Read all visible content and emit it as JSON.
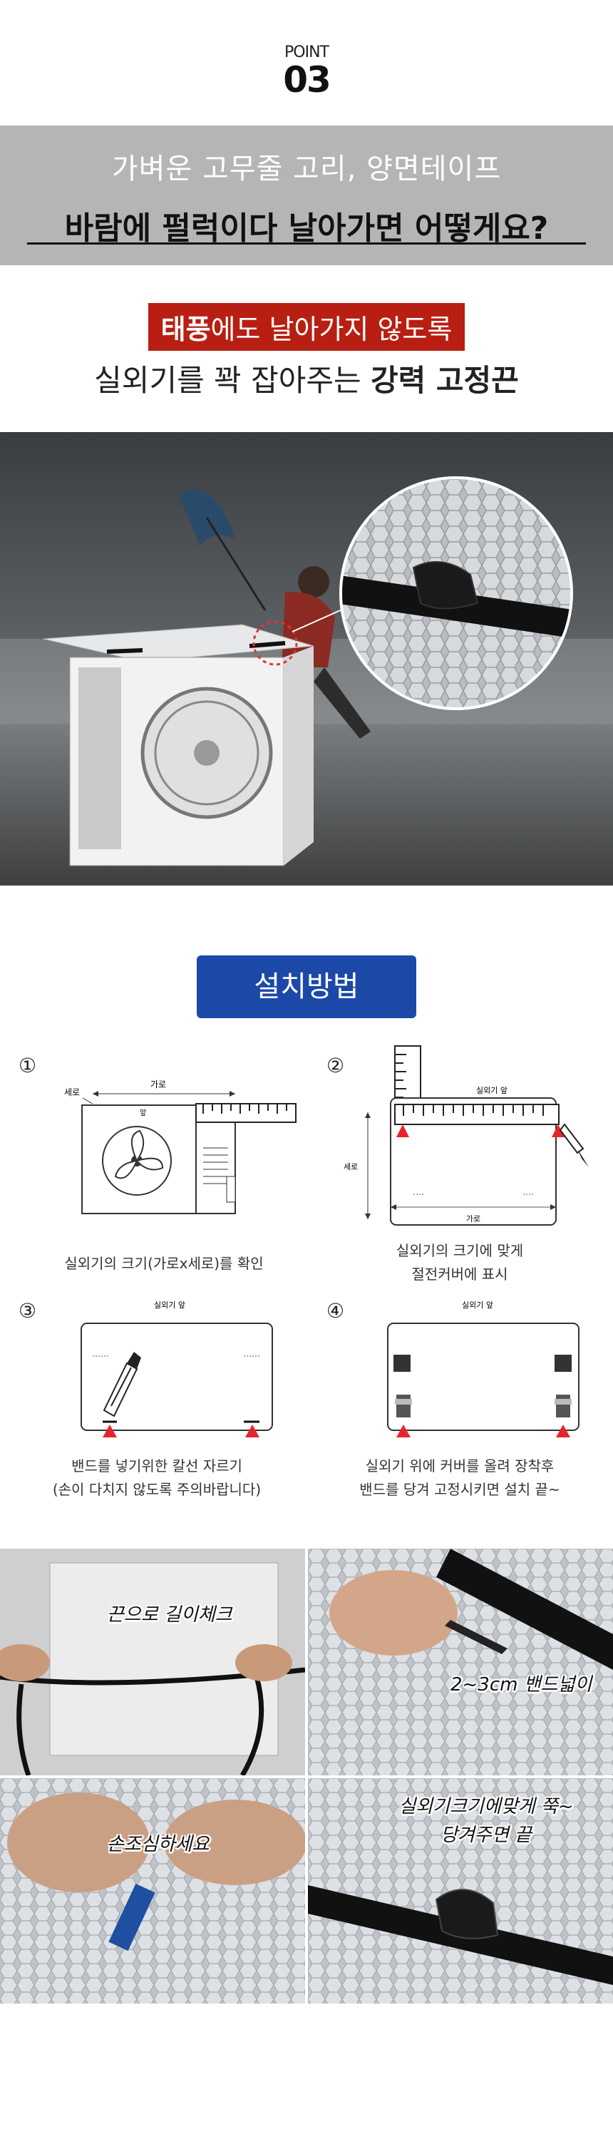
{
  "point": {
    "label": "POINT",
    "number": "03"
  },
  "headline": {
    "line1": "가벼운 고무줄 고리, 양면테이프",
    "line2": "바람에 펄럭이다 날아가면 어떻게요?"
  },
  "tag": {
    "bold_part": "태풍",
    "rest": "에도 날아가지 않도록"
  },
  "subtitle": {
    "normal_part": "실외기를 꽉 잡아주는 ",
    "bold_part": "강력 고정끈"
  },
  "install_badge": "설치방법",
  "steps": [
    {
      "num": "①",
      "caption1": "실외기의 크기(가로x세로)를 확인",
      "caption2": "",
      "labels": {
        "width": "가로",
        "height": "세로",
        "front": "앞"
      }
    },
    {
      "num": "②",
      "caption1": "실외기의 크기에 맞게",
      "caption2": "절전커버에 표시",
      "labels": {
        "top": "실외기 앞",
        "height": "세로",
        "width": "가로"
      }
    },
    {
      "num": "③",
      "caption1": "밴드를 넣기위한 칼선 자르기",
      "caption2": "(손이 다치지 않도록 주의바랍니다)",
      "labels": {
        "top": "실외기 앞"
      }
    },
    {
      "num": "④",
      "caption1": "실외기 위에 커버를 올려 장착후",
      "caption2": "밴드를 당겨 고정시키면 설치 끝~",
      "labels": {
        "top": "실외기 앞"
      }
    }
  ],
  "photos": [
    {
      "caption": "끈으로 길이체크"
    },
    {
      "caption": "2~3cm 밴드넓이"
    },
    {
      "caption": "손조심하세요"
    },
    {
      "caption": "실외기크기에맞게 쭉~ 당겨주면 끝"
    }
  ],
  "colors": {
    "band": "#b5b5b5",
    "red_tag": "#b81f12",
    "badge": "#1c49a8",
    "marker": "#e8242b"
  }
}
